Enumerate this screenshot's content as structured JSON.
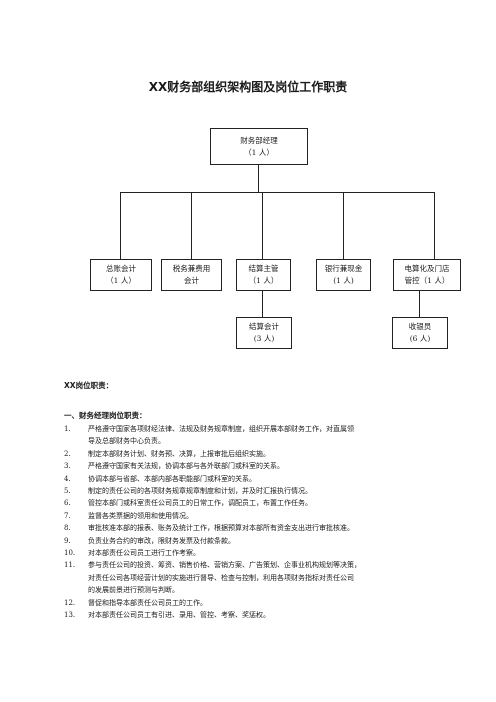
{
  "title": "XX财务部组织架构图及岗位工作职责",
  "org_chart": {
    "root": {
      "name": "财务部经理",
      "count": "（1 人）"
    },
    "level2": [
      {
        "name": "总账会计",
        "count": "（1 人）"
      },
      {
        "name": "税务兼费用",
        "count": "会计"
      },
      {
        "name": "结算主管",
        "count": "（1 人）"
      },
      {
        "name": "银行兼现金",
        "count": "(1 人)"
      },
      {
        "name": "电算化及门店",
        "count": "管控（1 人）"
      }
    ],
    "level3": [
      {
        "name": "结算会计",
        "count": "(3 人)"
      },
      {
        "name": "收银员",
        "count": "(6 人)"
      }
    ]
  },
  "section_title": "XX岗位职责：",
  "subsection_title": "一、财务经理岗位职责：",
  "duties": [
    {
      "num": "1.",
      "lines": [
        "严格遵守国家各项财经法律、法规及财务规章制度，组织开展本部财务工作，对直属领",
        "导及总部财务中心负责。"
      ]
    },
    {
      "num": "2.",
      "lines": [
        "制定本部财务计划、财务预、决算，上报审批后组织实施。"
      ]
    },
    {
      "num": "3.",
      "lines": [
        "严格遵守国家有关法规，协调本部与各外联部门或科室的关系。"
      ]
    },
    {
      "num": "4.",
      "lines": [
        "协调本部与省部、本部内部各职能部门或科室的关系。"
      ]
    },
    {
      "num": "5.",
      "lines": [
        "制定的责任公司的各项财务规章规章制度和计划，并及时汇报执行情况。"
      ]
    },
    {
      "num": "6.",
      "lines": [
        "管控本部门或科室责任公司员工的日常工作，调配员工，布置工作任务。"
      ]
    },
    {
      "num": "7.",
      "lines": [
        "监督各类票据的领用和使用情况。"
      ]
    },
    {
      "num": "8.",
      "lines": [
        "审批核准本部的报表、账务及统计工作，根据预算对本部所有资金支出进行审批核准。"
      ]
    },
    {
      "num": "9.",
      "lines": [
        "负责业务合约的审改，限财务发票及付款条款。"
      ]
    },
    {
      "num": "10.",
      "lines": [
        "对本部责任公司员工进行工作考察。"
      ]
    },
    {
      "num": "11.",
      "lines": [
        "参与责任公司的投资、筹资、销售价格、营销方案、广告策划、企事业机构规划等决策，",
        "对责任公司各项经营计划的实施进行督导、检查与控制，利用各项财务指标对责任公司",
        "的发展前景进行预测与判断。"
      ]
    },
    {
      "num": "12.",
      "lines": [
        "督促和指导本部责任公司员工的工作。"
      ]
    },
    {
      "num": "13.",
      "lines": [
        "对本部责任公司员工有引进、录用、管控、考察、奖惩权。"
      ]
    }
  ]
}
